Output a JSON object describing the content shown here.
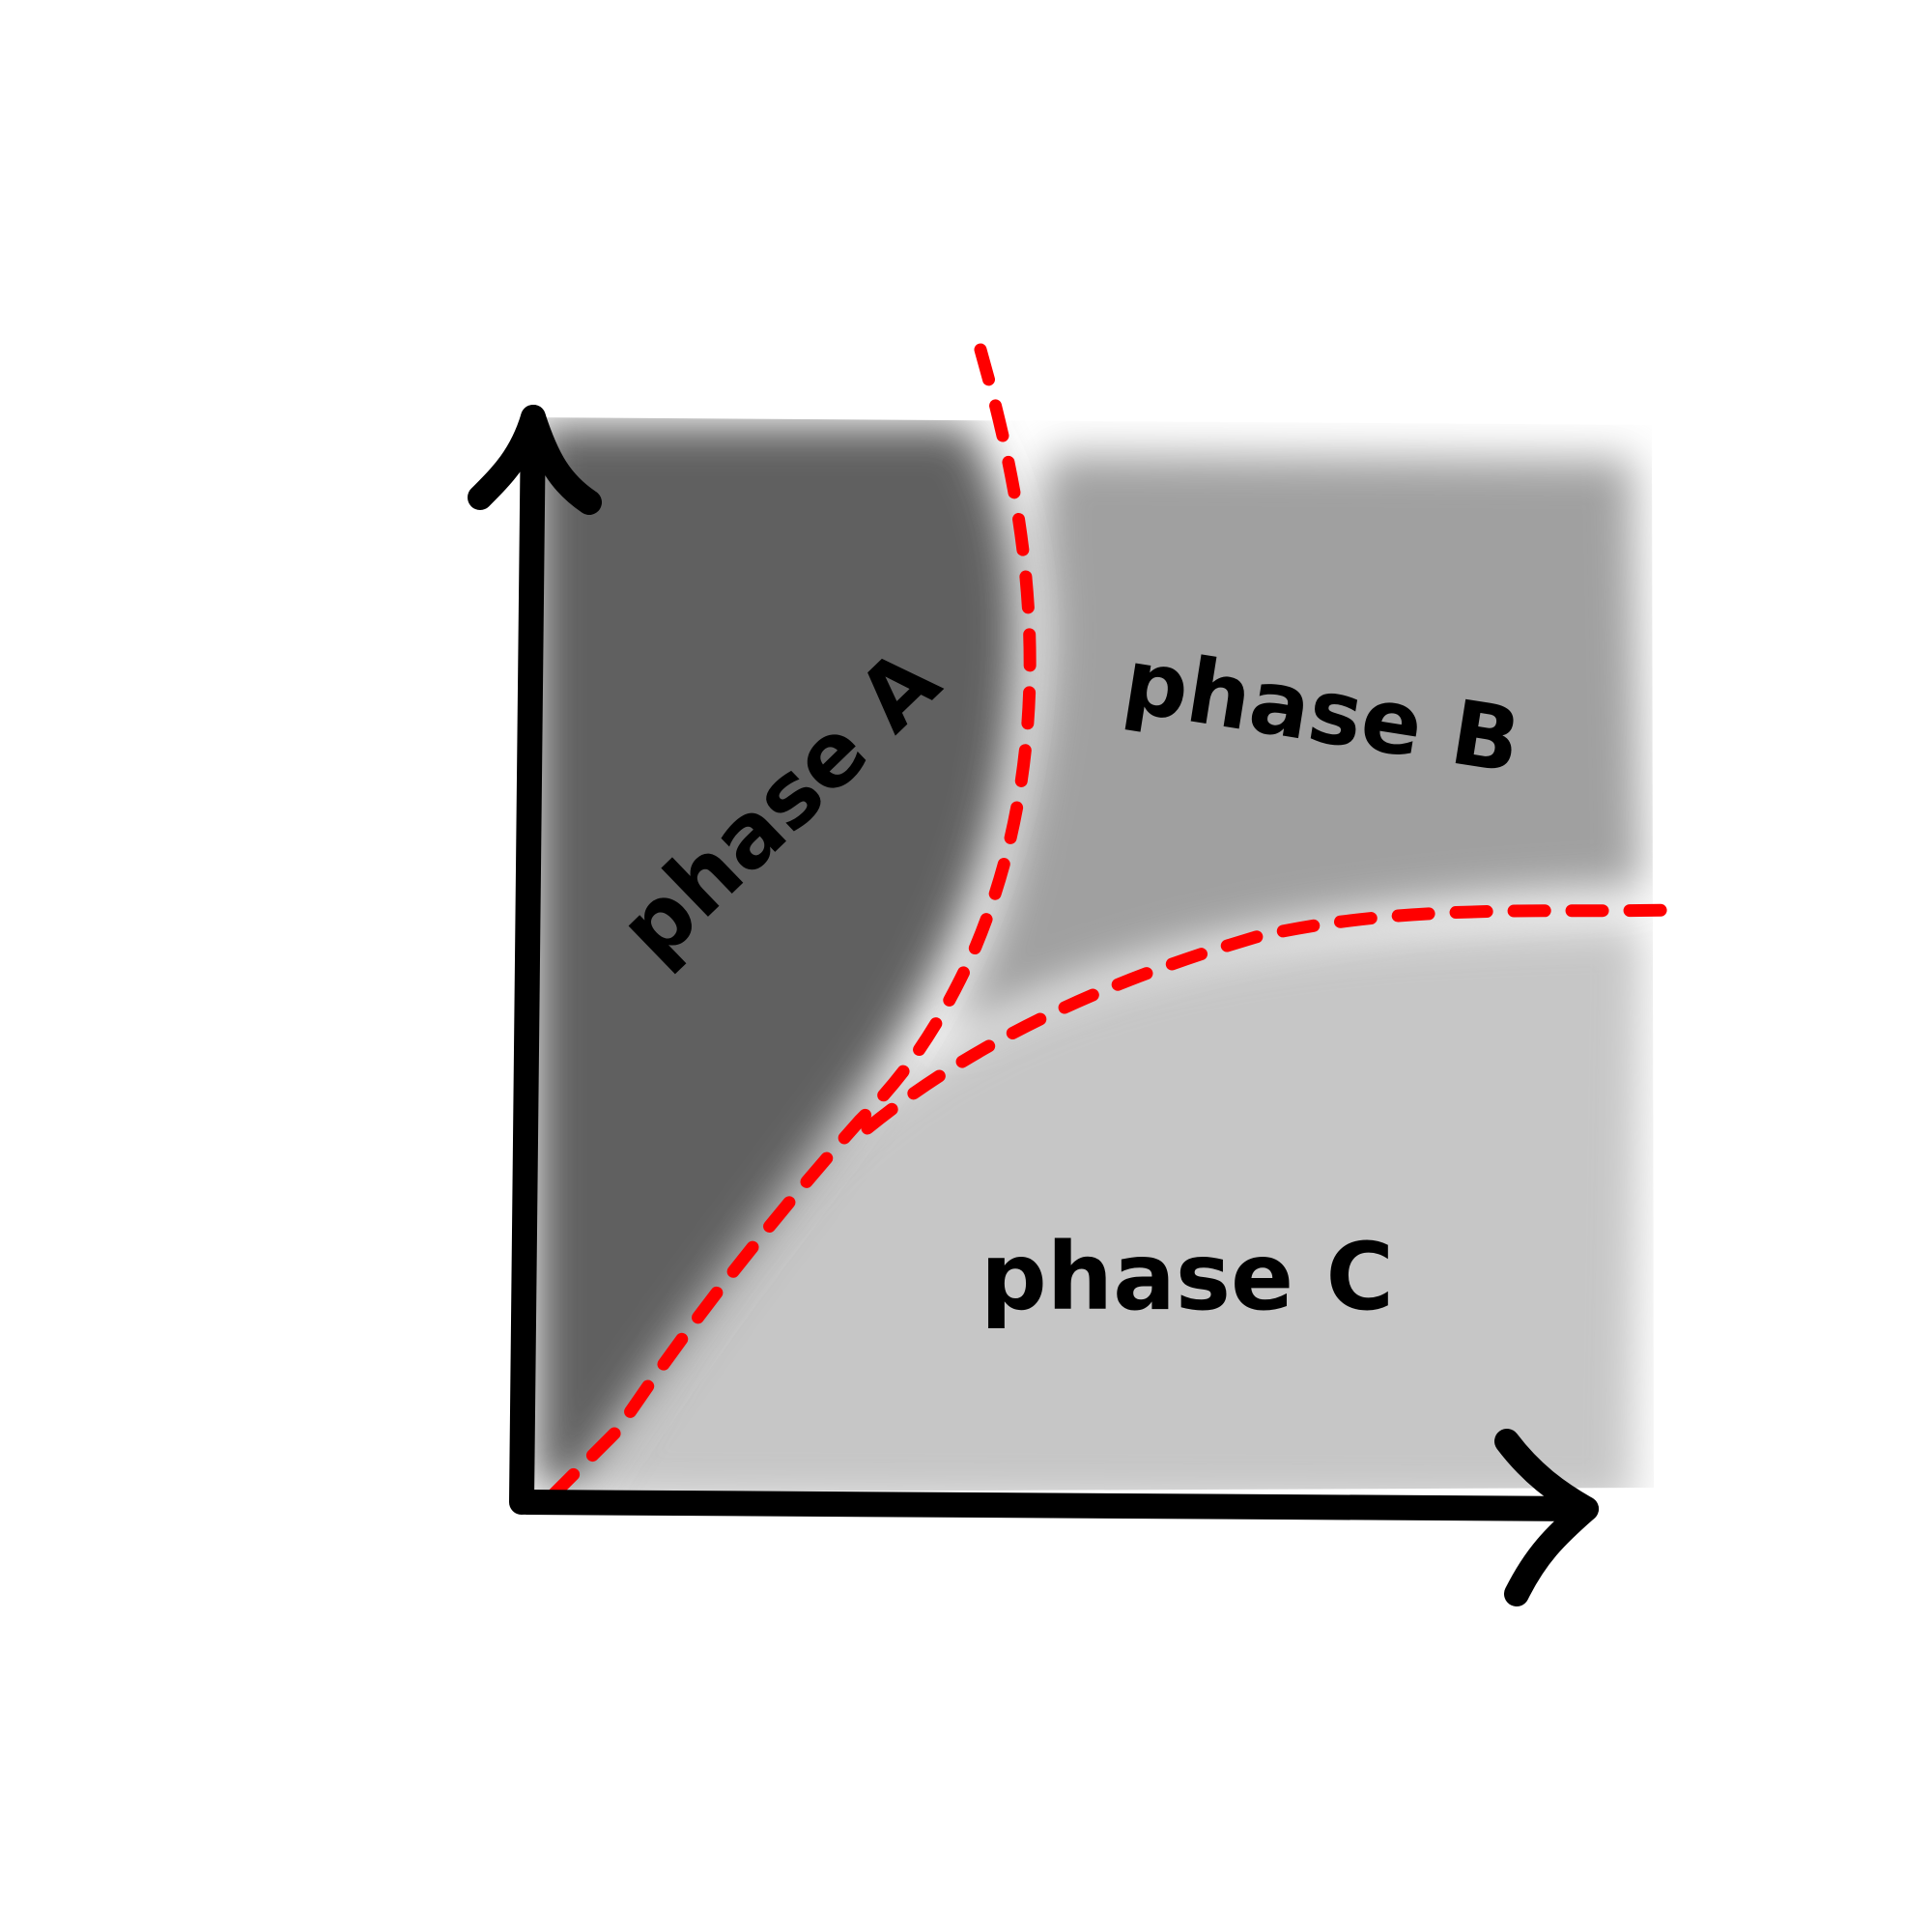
{
  "diagram": {
    "kind": "phase-diagram",
    "regions": [
      {
        "id": "a",
        "label": "phase A",
        "fill": "#606060"
      },
      {
        "id": "b",
        "label": "phase B",
        "fill": "#a0a0a0"
      },
      {
        "id": "c",
        "label": "phase C",
        "fill": "#c6c6c6"
      }
    ],
    "boundary_color": "#ff0000",
    "axis_color": "#000000",
    "label_color": "#000000"
  }
}
